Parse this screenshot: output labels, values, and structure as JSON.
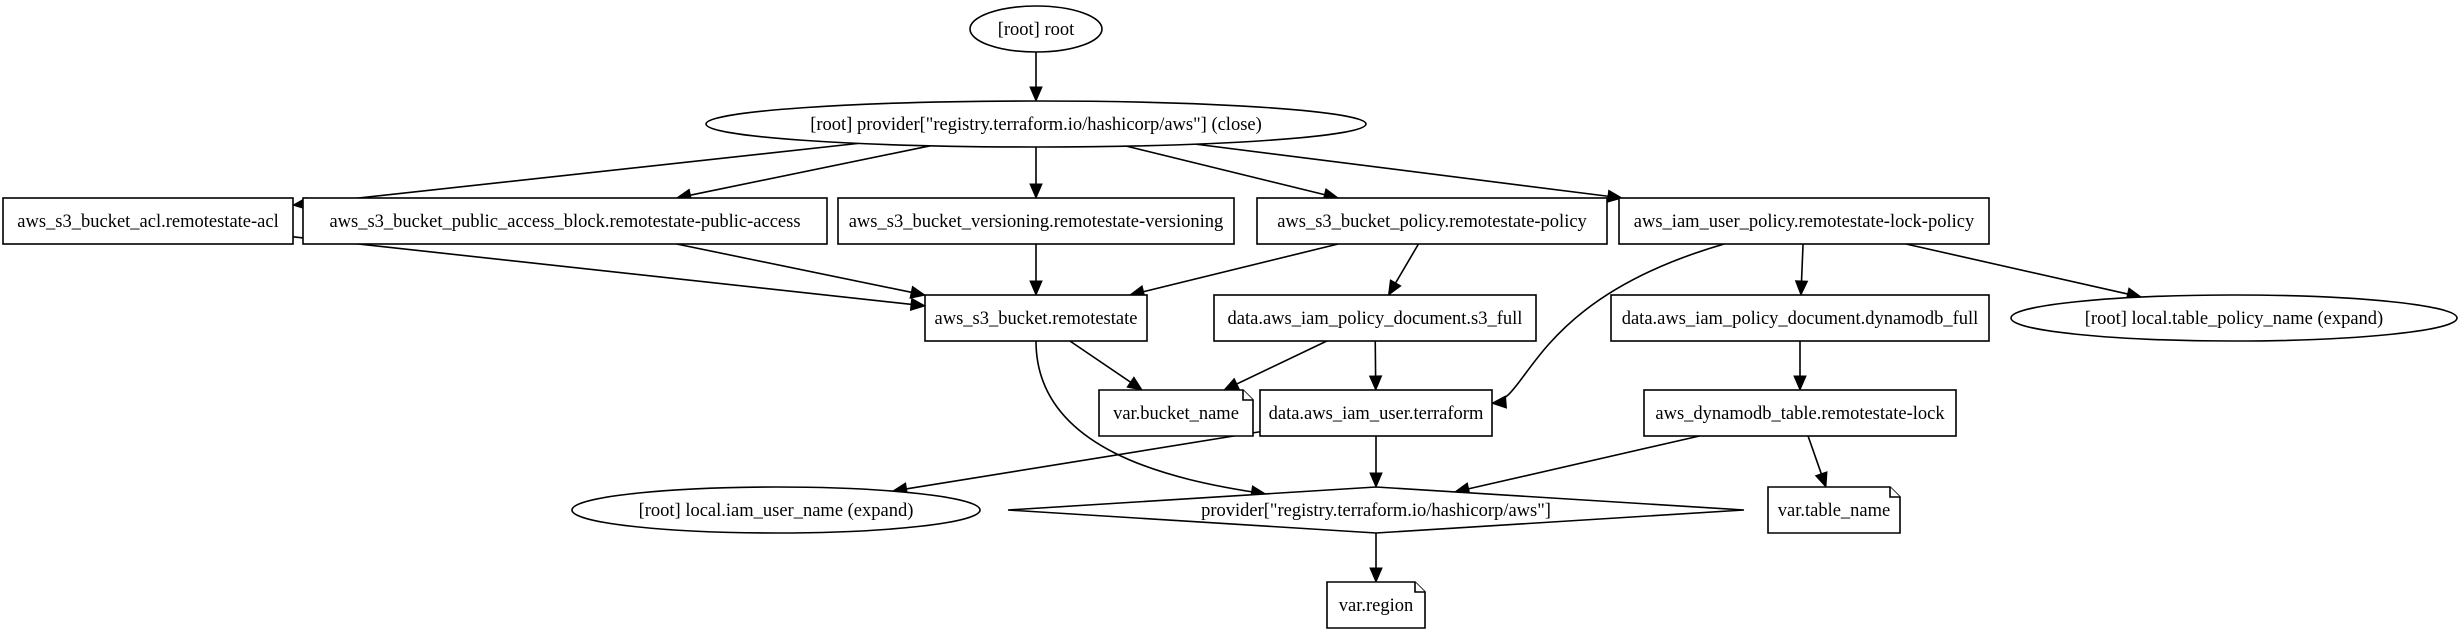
{
  "graph": {
    "colors": {
      "background": "#ffffff",
      "stroke": "#000000",
      "text": "#000000"
    },
    "nodes": [
      {
        "id": "root_root",
        "label": "[root] root",
        "shape": "ellipse"
      },
      {
        "id": "provider_close",
        "label": "[root] provider[\"registry.terraform.io/hashicorp/aws\"] (close)",
        "shape": "ellipse"
      },
      {
        "id": "bucket_acl",
        "label": "aws_s3_bucket_acl.remotestate-acl",
        "shape": "box"
      },
      {
        "id": "bucket_pab",
        "label": "aws_s3_bucket_public_access_block.remotestate-public-access",
        "shape": "box"
      },
      {
        "id": "bucket_versioning",
        "label": "aws_s3_bucket_versioning.remotestate-versioning",
        "shape": "box"
      },
      {
        "id": "bucket_policy",
        "label": "aws_s3_bucket_policy.remotestate-policy",
        "shape": "box"
      },
      {
        "id": "iam_user_policy",
        "label": "aws_iam_user_policy.remotestate-lock-policy",
        "shape": "box"
      },
      {
        "id": "bucket",
        "label": "aws_s3_bucket.remotestate",
        "shape": "box"
      },
      {
        "id": "doc_s3",
        "label": "data.aws_iam_policy_document.s3_full",
        "shape": "box"
      },
      {
        "id": "doc_dynamodb",
        "label": "data.aws_iam_policy_document.dynamodb_full",
        "shape": "box"
      },
      {
        "id": "local_table_policy",
        "label": "[root] local.table_policy_name (expand)",
        "shape": "ellipse"
      },
      {
        "id": "var_bucket",
        "label": "var.bucket_name",
        "shape": "note"
      },
      {
        "id": "iam_user",
        "label": "data.aws_iam_user.terraform",
        "shape": "box"
      },
      {
        "id": "dynamodb_table",
        "label": "aws_dynamodb_table.remotestate-lock",
        "shape": "box"
      },
      {
        "id": "local_iam_user",
        "label": "[root] local.iam_user_name (expand)",
        "shape": "ellipse"
      },
      {
        "id": "provider",
        "label": "provider[\"registry.terraform.io/hashicorp/aws\"]",
        "shape": "diamond"
      },
      {
        "id": "var_table",
        "label": "var.table_name",
        "shape": "note"
      },
      {
        "id": "var_region",
        "label": "var.region",
        "shape": "note"
      }
    ],
    "edges": [
      {
        "from": "root_root",
        "to": "provider_close"
      },
      {
        "from": "provider_close",
        "to": "bucket_acl"
      },
      {
        "from": "provider_close",
        "to": "bucket_pab"
      },
      {
        "from": "provider_close",
        "to": "bucket_versioning"
      },
      {
        "from": "provider_close",
        "to": "bucket_policy"
      },
      {
        "from": "provider_close",
        "to": "iam_user_policy"
      },
      {
        "from": "bucket_acl",
        "to": "bucket"
      },
      {
        "from": "bucket_pab",
        "to": "bucket"
      },
      {
        "from": "bucket_versioning",
        "to": "bucket"
      },
      {
        "from": "bucket_policy",
        "to": "bucket"
      },
      {
        "from": "bucket_policy",
        "to": "doc_s3"
      },
      {
        "from": "iam_user_policy",
        "to": "iam_user"
      },
      {
        "from": "iam_user_policy",
        "to": "doc_dynamodb"
      },
      {
        "from": "iam_user_policy",
        "to": "local_table_policy"
      },
      {
        "from": "bucket",
        "to": "var_bucket"
      },
      {
        "from": "bucket",
        "to": "provider"
      },
      {
        "from": "doc_s3",
        "to": "var_bucket"
      },
      {
        "from": "doc_s3",
        "to": "iam_user"
      },
      {
        "from": "doc_dynamodb",
        "to": "dynamodb_table"
      },
      {
        "from": "iam_user",
        "to": "local_iam_user"
      },
      {
        "from": "iam_user",
        "to": "provider"
      },
      {
        "from": "dynamodb_table",
        "to": "provider"
      },
      {
        "from": "dynamodb_table",
        "to": "var_table"
      },
      {
        "from": "provider",
        "to": "var_region"
      }
    ]
  }
}
